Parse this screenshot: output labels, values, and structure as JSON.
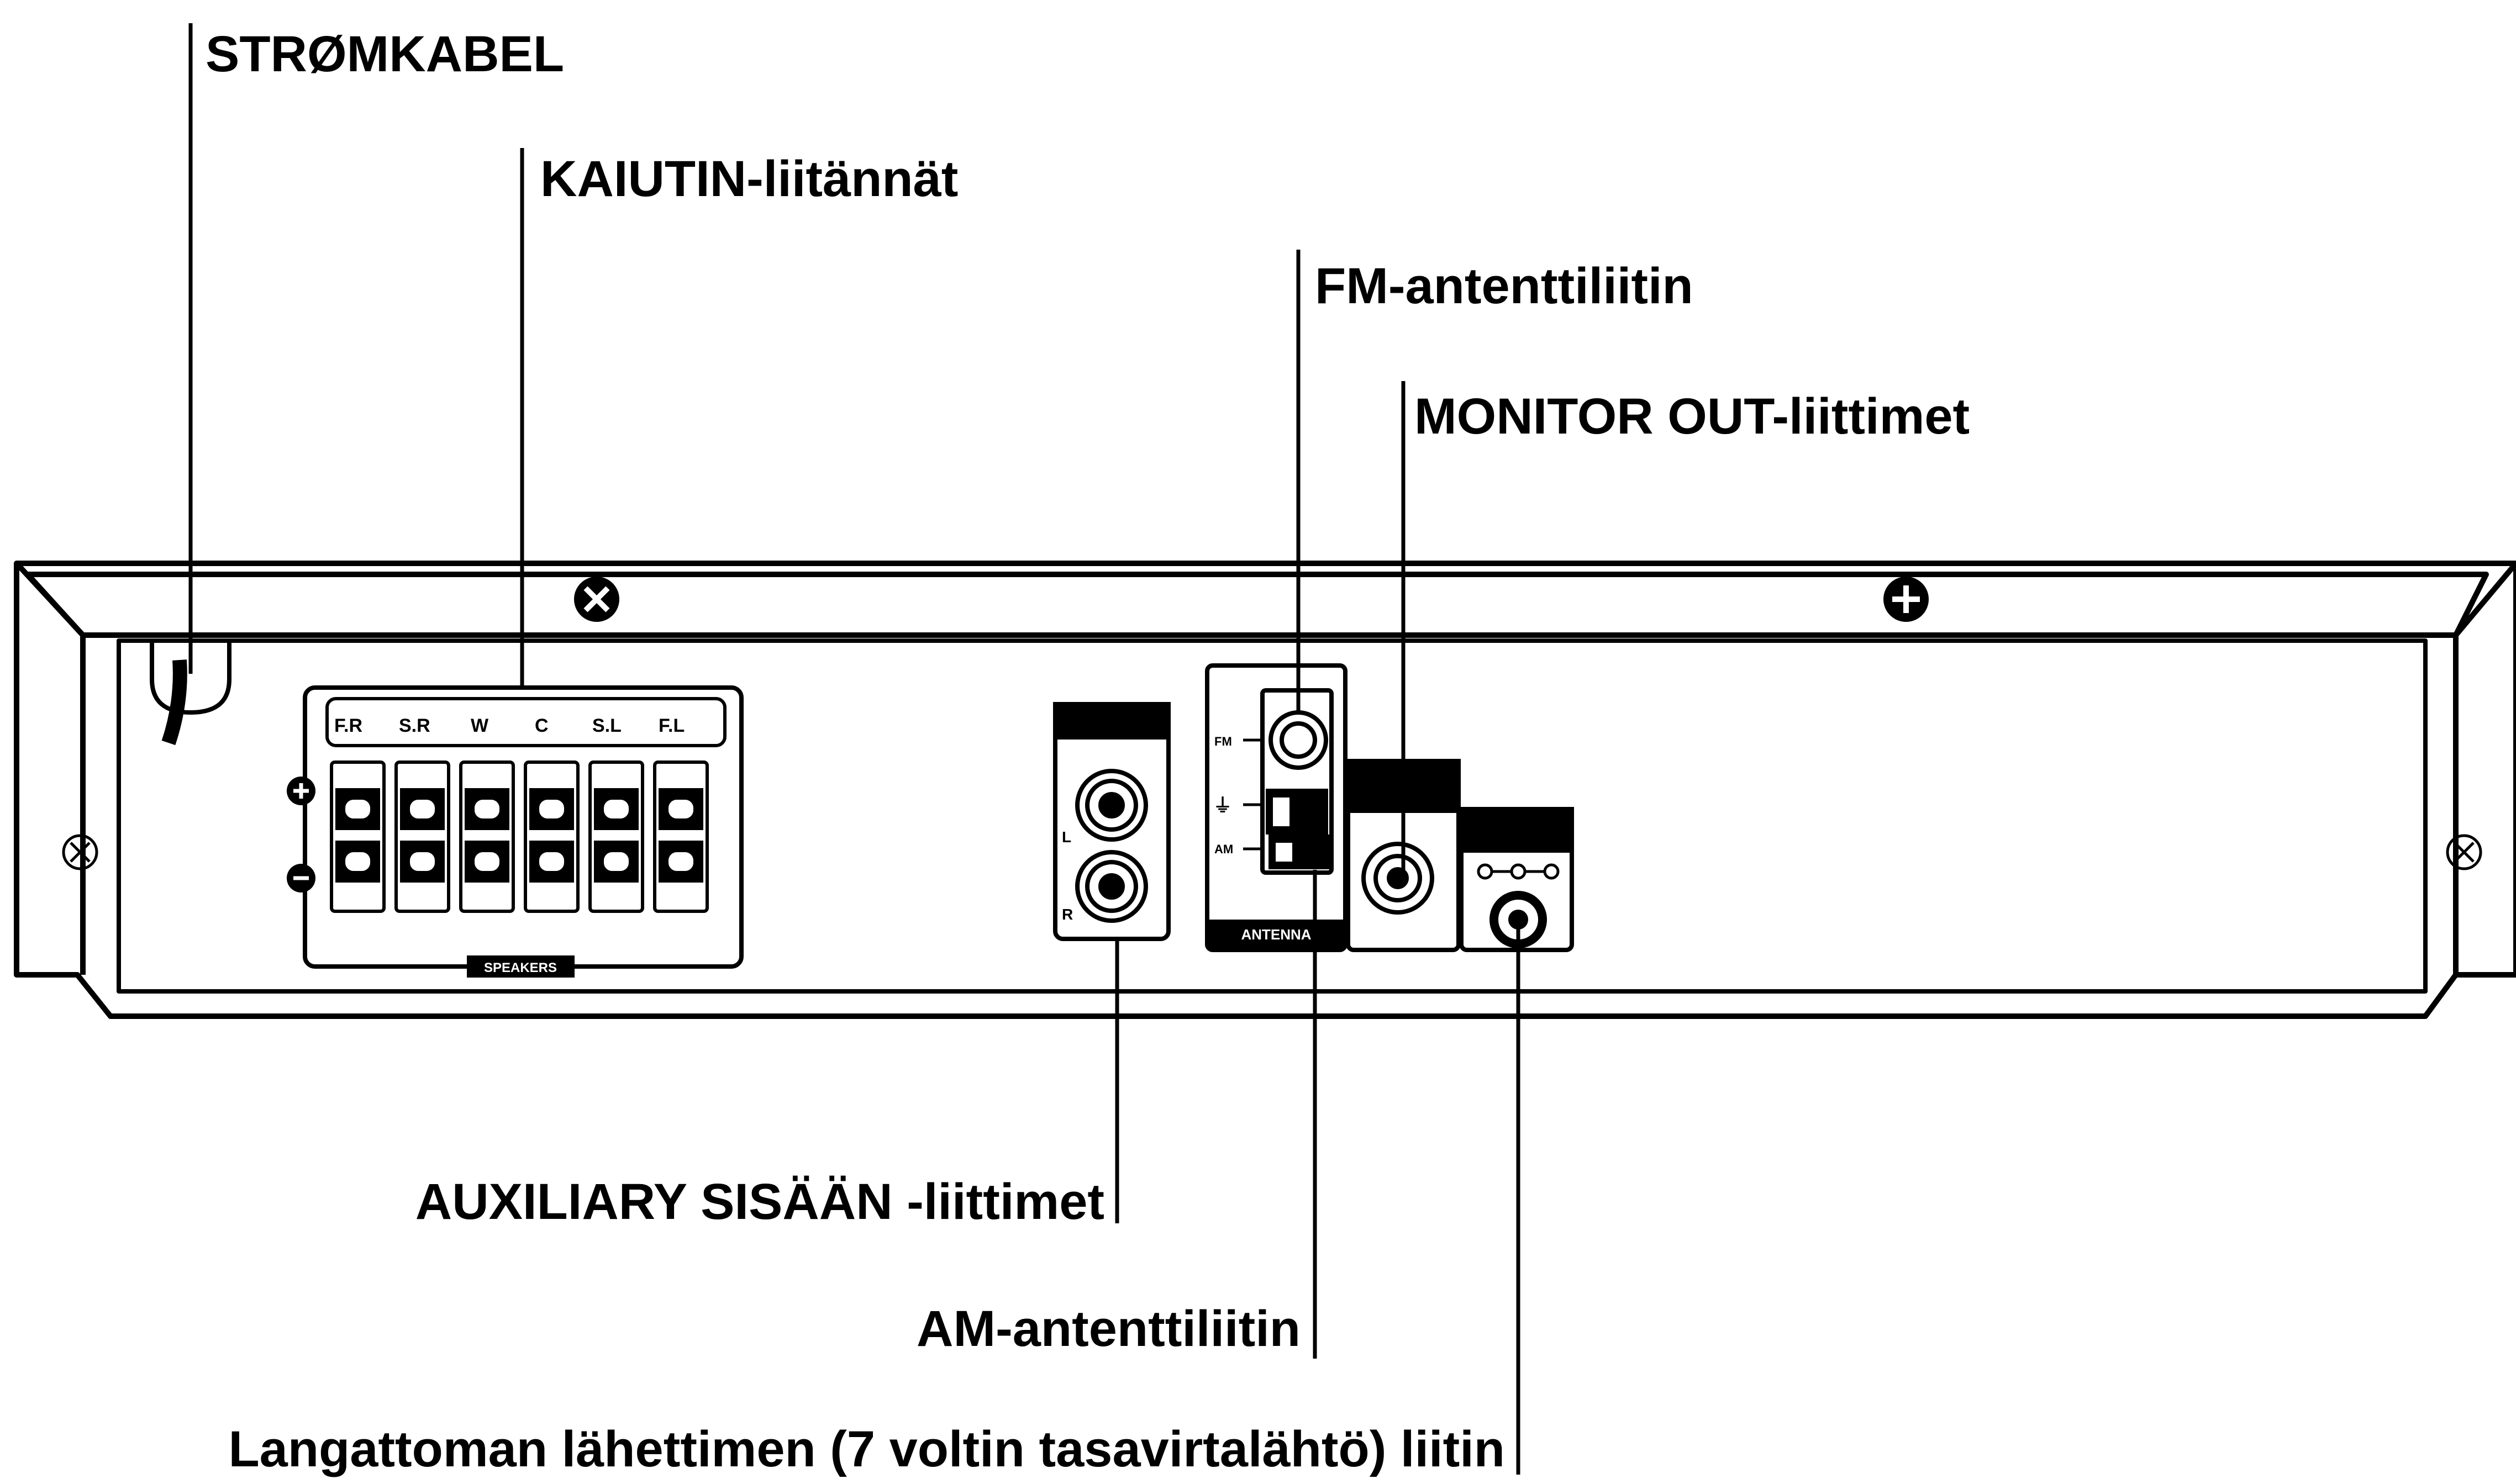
{
  "callouts": {
    "power_cable": "STRØMKABEL",
    "speaker_connectors": "KAIUTIN-liitännät",
    "fm_antenna": "FM-antenttiliitin",
    "monitor_out": "MONITOR OUT-liittimet",
    "aux_in": "AUXILIARY SISÄÄN -liittimet",
    "am_antenna": "AM-antenttiliitin",
    "wireless_tx": "Langattoman lähettimen (7 voltin tasavirtalähtö) liitin"
  },
  "panel": {
    "speaker_labels": [
      "F.R",
      "S.R",
      "W",
      "C",
      "S.L",
      "F.L"
    ],
    "speakers_caption": "SPEAKERS",
    "antenna_caption": "ANTENNA",
    "fm_label": "FM",
    "am_label": "AM",
    "aux_l": "L",
    "aux_r": "R"
  },
  "icons": [
    "screw-icon",
    "plus-icon",
    "minus-icon"
  ]
}
